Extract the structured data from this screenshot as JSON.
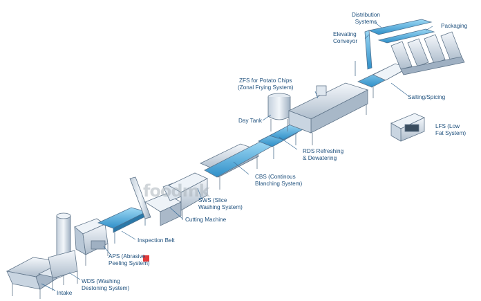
{
  "labels": {
    "intake": "Intake",
    "wds": "WDS (Washing\nDestoning System)",
    "aps": "APS (Abrasive\nPeeling System)",
    "inspection": "Inspection Belt",
    "cutting": "Cutting Machine",
    "sws": "SWS (Slice\nWashing System)",
    "cbs": "CBS (Continous\nBlanching System)",
    "rds": "RDS Refreshing\n& Dewatering",
    "day_tank": "Day Tank",
    "zfs": "ZFS for Potato Chips\n(Zonal Frying System)",
    "salting": "Salting/Spicing",
    "lfs": "LFS (Low\nFat System)",
    "elevating": "Elevating\nConveyor",
    "distribution": "Distribution\nSystems",
    "packaging": "Packaging"
  },
  "watermark": "foodmk",
  "colors": {
    "label_text": "#1d4f7c",
    "leader_line": "#3a6d98",
    "metal_light": "#eef3f8",
    "metal_mid": "#c7d3df",
    "metal_dark": "#7f93a8",
    "belt_blue": "#3da2d8",
    "belt_blue_light": "#8fd0f0"
  }
}
